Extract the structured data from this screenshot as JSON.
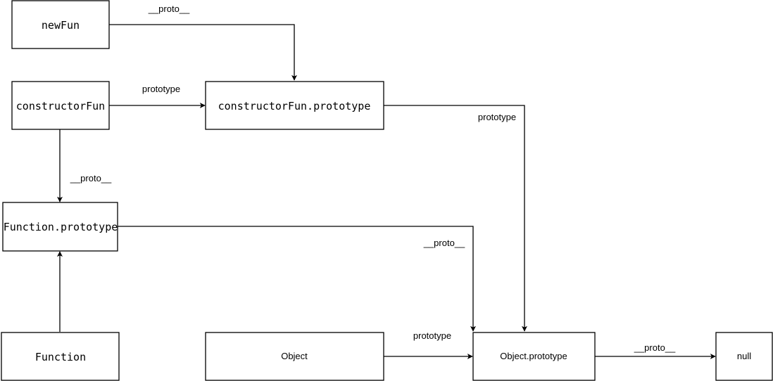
{
  "nodes": {
    "newFun": "newFun",
    "constructorFun": "constructorFun",
    "constructorFun_prototype": "constructorFun.prototype",
    "function_prototype": "Function.prototype",
    "function": "Function",
    "object": "Object",
    "object_prototype": "Object.prototype",
    "null": "null"
  },
  "edges": {
    "newFun_to_ctor_proto": "__proto__",
    "ctor_to_ctor_proto": "prototype",
    "ctor_proto_to_obj_proto": "prototype",
    "ctor_to_func_proto": "__proto__",
    "func_proto_to_obj_proto": "__proto__",
    "object_to_obj_proto": "prototype",
    "obj_proto_to_null": "__proto__"
  }
}
